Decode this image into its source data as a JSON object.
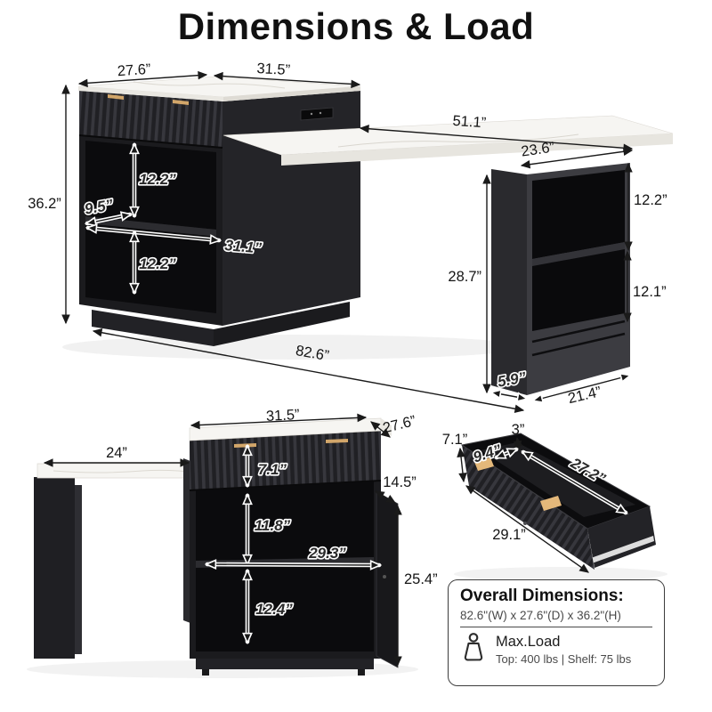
{
  "title": "Dimensions & Load",
  "top": {
    "depth": "27.6”",
    "width": "31.5”",
    "height": "36.2”",
    "shelf_h1": "12.2”",
    "shelf_depth": "9.5”",
    "shelf_w": "31.1”",
    "shelf_h2": "12.2”",
    "table_len": "51.1”",
    "table_depth": "23.6”",
    "sup_h1": "12.2”",
    "sup_h": "28.7”",
    "sup_h2": "12.1”",
    "sup_d": "5.9”",
    "sup_w": "21.4”",
    "overall_w": "82.6”"
  },
  "bottom": {
    "table_len": "24”",
    "width": "31.5”",
    "depth": "27.6”",
    "drawer_h": "7.1”",
    "inner_h1": "11.8”",
    "inner_w": "29.3”",
    "inner_h2": "12.4”",
    "door_w": "14.5”",
    "door_h": "25.4”"
  },
  "drawer": {
    "front_h": "7.1”",
    "rim_h": "3”",
    "inner_d": "9.4”",
    "inner_len": "27.2”",
    "front_len": "29.1”"
  },
  "info": {
    "heading": "Overall Dimensions:",
    "overall": "82.6\"(W) x 27.6\"(D) x 36.2\"(H)",
    "load_title": "Max.Load",
    "load_values": "Top: 400 lbs  | Shelf: 75 lbs"
  },
  "colors": {
    "marble": "#f6f5f2",
    "cabinet_body": "#1c1c1f",
    "cabinet_interior": "#0b0b0d",
    "flute_light": "#35353a",
    "handle_gold": "#d2a66a",
    "dimension_line": "#1a1a1a"
  }
}
